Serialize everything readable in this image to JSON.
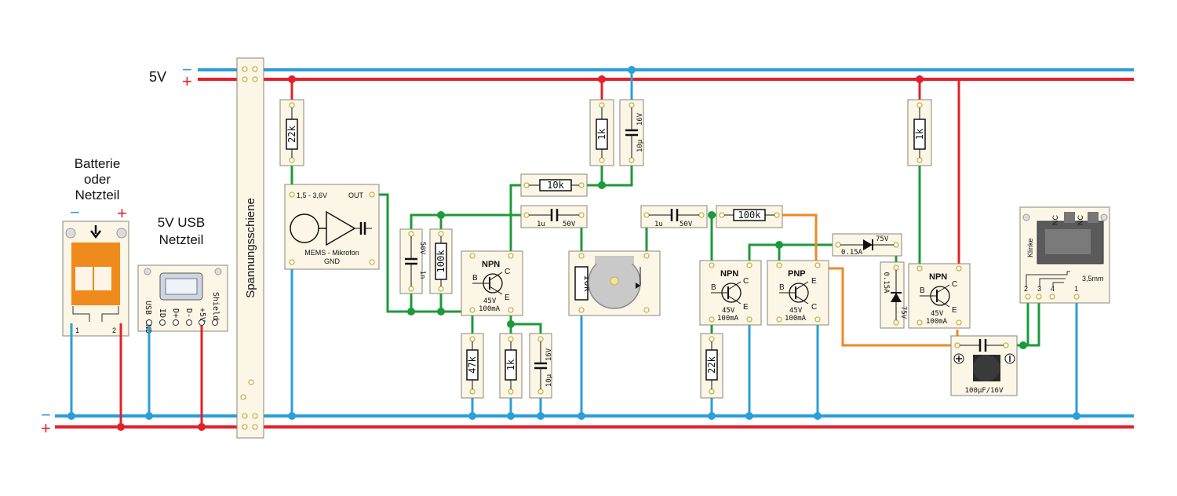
{
  "rails": {
    "top_label": "5V",
    "minus": "−",
    "plus": "+",
    "bottom_minus": "−",
    "bottom_plus": "+"
  },
  "battery": {
    "title_line1": "Batterie",
    "title_line2": "oder",
    "title_line3": "Netzteil",
    "minus": "−",
    "plus": "+",
    "pin1": "1",
    "pin2": "2"
  },
  "usb": {
    "title_line1": "5V USB",
    "title_line2": "Netzteil",
    "pins": [
      "USB GND",
      "ID",
      "D+",
      "D-",
      "+5V",
      "Shield"
    ]
  },
  "spannungsschiene": {
    "label": "Spannungsschiene"
  },
  "components": {
    "r22k_top": "22k",
    "r1k_a": "1k",
    "c10u_a": "10µ",
    "c10u_a_v": "16V",
    "r1k_b": "1k",
    "r10k_h": "10k",
    "c1u_a": "1u",
    "c1u_a_v": "50V",
    "c1n": "1n",
    "c1n_v": "50V",
    "r100k_v": "100k",
    "r10k_v": "10k",
    "c1u_b": "1u",
    "c1u_b_v": "50V",
    "r100k_h": "100k",
    "r47k": "47k",
    "r1k_c": "1k",
    "c10u_b": "10µ",
    "c10u_b_v": "16V",
    "r22k_bot": "22k",
    "diode_h_v": "75V",
    "diode_h_a": "0.15A",
    "diode_v_a": "0.15A",
    "diode_v_v": "75V"
  },
  "mic": {
    "voltage": "1,5 - 3,6V",
    "out": "OUT",
    "name": "MEMS - Mikrofon",
    "gnd": "GND"
  },
  "transistors": {
    "t1": {
      "type": "NPN",
      "b": "B",
      "c": "C",
      "e": "E",
      "rating1": "45V",
      "rating2": "100mA"
    },
    "t2": {
      "type": "NPN",
      "b": "B",
      "c": "C",
      "e": "E",
      "rating1": "45V",
      "rating2": "100mA"
    },
    "t3": {
      "type": "PNP",
      "b": "B",
      "c": "C",
      "e": "E",
      "rating1": "45V",
      "rating2": "100mA"
    },
    "t4": {
      "type": "NPN",
      "b": "B",
      "c": "C",
      "e": "E",
      "rating1": "45V",
      "rating2": "100mA"
    }
  },
  "buzzer": {
    "label": "100µF/16V"
  },
  "jack": {
    "klinke": "Klinke",
    "nc1": "NC",
    "nc2": "NC",
    "size": "3,5mm",
    "pins": [
      "2",
      "3",
      "4",
      "1"
    ]
  },
  "colors": {
    "plus_wire": "#e3202a",
    "minus_wire": "#2a9fd8",
    "signal_wire": "#1d9a3a",
    "audio_wire": "#ee8a22",
    "module_orange": "#ef8a1c"
  }
}
